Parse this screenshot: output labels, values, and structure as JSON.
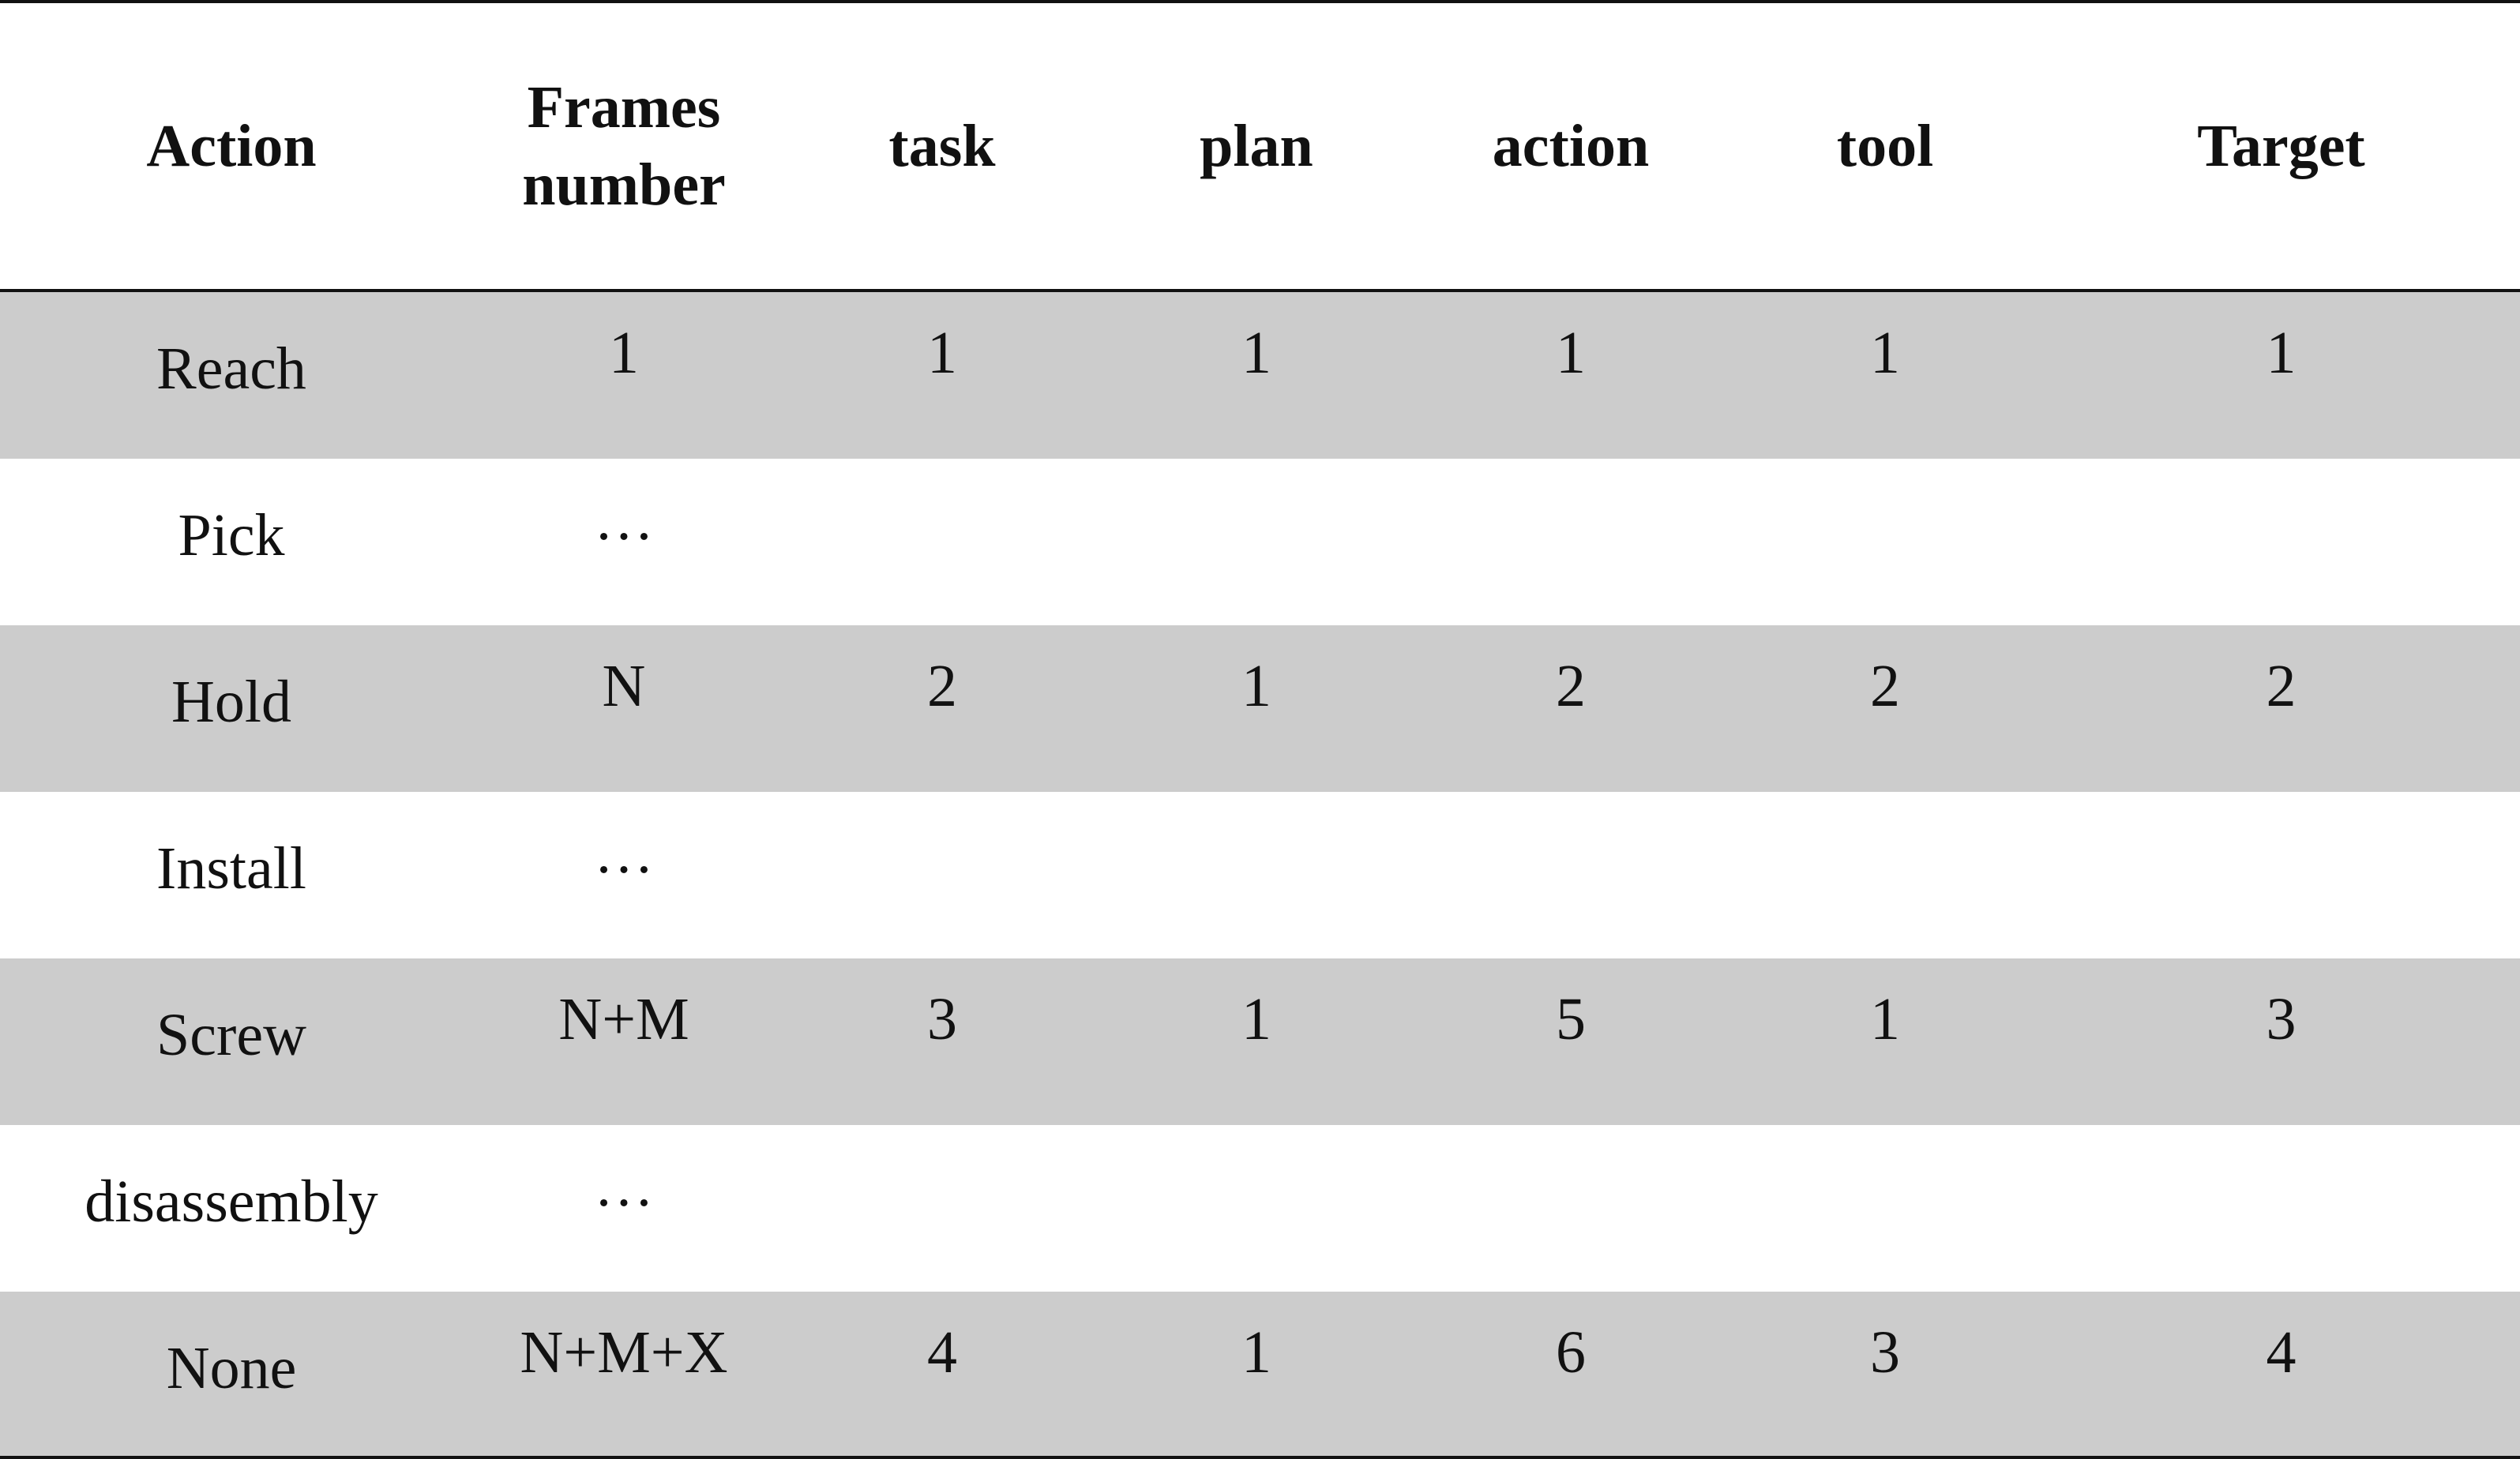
{
  "table": {
    "headers": [
      [
        "Action"
      ],
      [
        "Frames",
        "number"
      ],
      [
        "task"
      ],
      [
        "plan"
      ],
      [
        "action"
      ],
      [
        "tool"
      ],
      [
        "Target"
      ]
    ],
    "rows": [
      {
        "action": "Reach",
        "frames": "1",
        "task": "1",
        "plan": "1",
        "action_val": "1",
        "tool": "1",
        "target": "1",
        "shaded": true
      },
      {
        "action": "Pick",
        "frames": "…",
        "task": "",
        "plan": "",
        "action_val": "",
        "tool": "",
        "target": "",
        "shaded": false
      },
      {
        "action": "Hold",
        "frames": "N",
        "task": "2",
        "plan": "1",
        "action_val": "2",
        "tool": "2",
        "target": "2",
        "shaded": true
      },
      {
        "action": "Install",
        "frames": "…",
        "task": "",
        "plan": "",
        "action_val": "",
        "tool": "",
        "target": "",
        "shaded": false
      },
      {
        "action": "Screw",
        "frames": "N+M",
        "task": "3",
        "plan": "1",
        "action_val": "5",
        "tool": "1",
        "target": "3",
        "shaded": true
      },
      {
        "action": "disassembly",
        "frames": "…",
        "task": "",
        "plan": "",
        "action_val": "",
        "tool": "",
        "target": "",
        "shaded": false
      },
      {
        "action": "None",
        "frames": "N+M+X",
        "task": "4",
        "plan": "1",
        "action_val": "6",
        "tool": "3",
        "target": "4",
        "shaded": true
      }
    ],
    "colors": {
      "shade": "#cccccc",
      "rule": "#111111",
      "text": "#111111"
    }
  }
}
